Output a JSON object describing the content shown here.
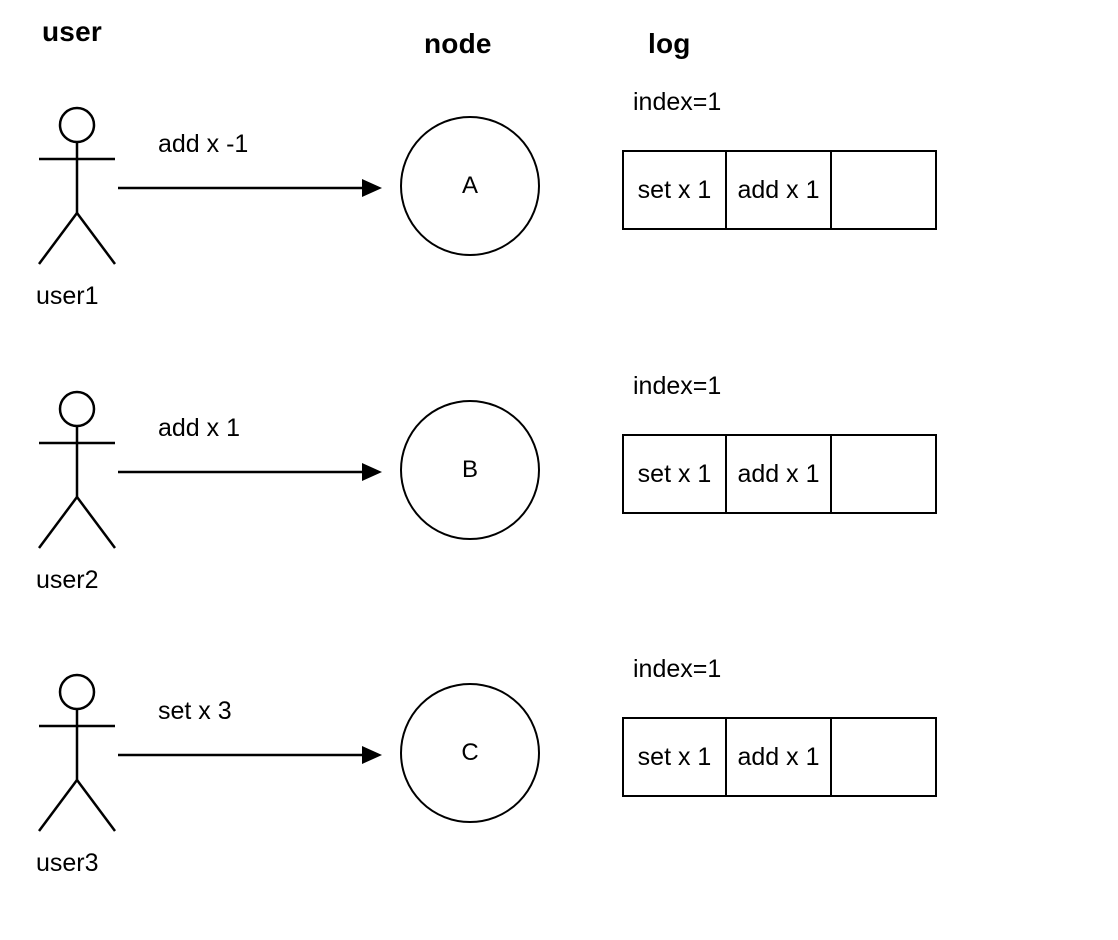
{
  "headers": {
    "user_col": "user",
    "node_col": "node",
    "log_col": "log"
  },
  "rows": [
    {
      "user_label": "user1",
      "message": "add x -1",
      "node_label": "A",
      "log": {
        "index_label": "index=1",
        "cells": [
          "set x 1",
          "add x 1",
          ""
        ]
      }
    },
    {
      "user_label": "user2",
      "message": "add x 1",
      "node_label": "B",
      "log": {
        "index_label": "index=1",
        "cells": [
          "set x 1",
          "add x 1",
          ""
        ]
      }
    },
    {
      "user_label": "user3",
      "message": "set x 3",
      "node_label": "C",
      "log": {
        "index_label": "index=1",
        "cells": [
          "set x 1",
          "add x 1",
          ""
        ]
      }
    }
  ],
  "colors": {
    "stroke": "#000000",
    "background": "#ffffff"
  }
}
